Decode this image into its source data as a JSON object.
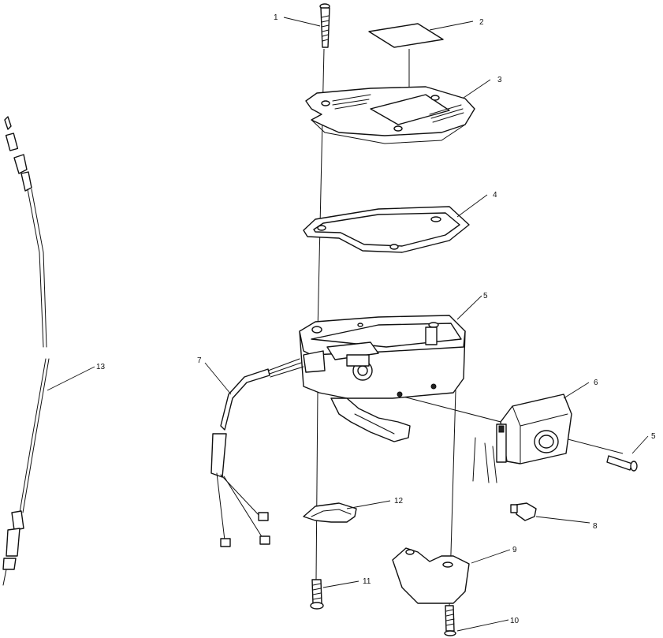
{
  "callouts": [
    {
      "id": "1",
      "text": "1"
    },
    {
      "id": "2",
      "text": "2"
    },
    {
      "id": "3",
      "text": "3"
    },
    {
      "id": "4",
      "text": "4"
    },
    {
      "id": "5a",
      "text": "5"
    },
    {
      "id": "5b",
      "text": "5"
    },
    {
      "id": "6",
      "text": "6"
    },
    {
      "id": "7",
      "text": "7"
    },
    {
      "id": "8",
      "text": "8"
    },
    {
      "id": "9",
      "text": "9"
    },
    {
      "id": "10",
      "text": "10"
    },
    {
      "id": "11",
      "text": "11"
    },
    {
      "id": "12",
      "text": "12"
    },
    {
      "id": "13",
      "text": "13"
    }
  ]
}
